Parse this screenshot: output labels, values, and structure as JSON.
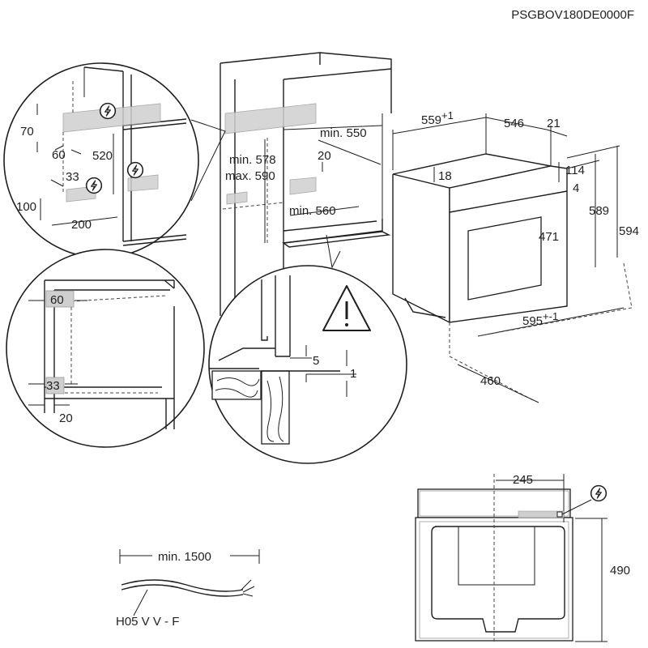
{
  "document": {
    "code": "PSGBOV180DE0000F"
  },
  "detail_top": {
    "dims": [
      "70",
      "60",
      "520",
      "33",
      "100",
      "200"
    ]
  },
  "detail_side": {
    "dims": [
      "60",
      "33",
      "20"
    ]
  },
  "niche": {
    "min_height": "min. 578",
    "max_height": "max. 590",
    "min_depth": "min. 550",
    "gap_top": "20",
    "min_width": "min. 560"
  },
  "oven": {
    "depth_total": "559",
    "depth_total_sup": "+1",
    "depth_body": "546",
    "front": "21",
    "top_gap": "18",
    "panel": "114",
    "offset": "4",
    "door_height": "471",
    "body_height": "589",
    "total_height": "594",
    "width": "595",
    "width_sup": "+-1",
    "depth_bottom": "460"
  },
  "detail_worktop": {
    "gap": "5",
    "offset": "1"
  },
  "cable": {
    "length": "min. 1500",
    "type": "H05 V V - F"
  },
  "rear": {
    "width": "245",
    "height": "490"
  },
  "icons": {
    "electric": "electrical-connection-icon",
    "warning": "warning-triangle-icon"
  }
}
